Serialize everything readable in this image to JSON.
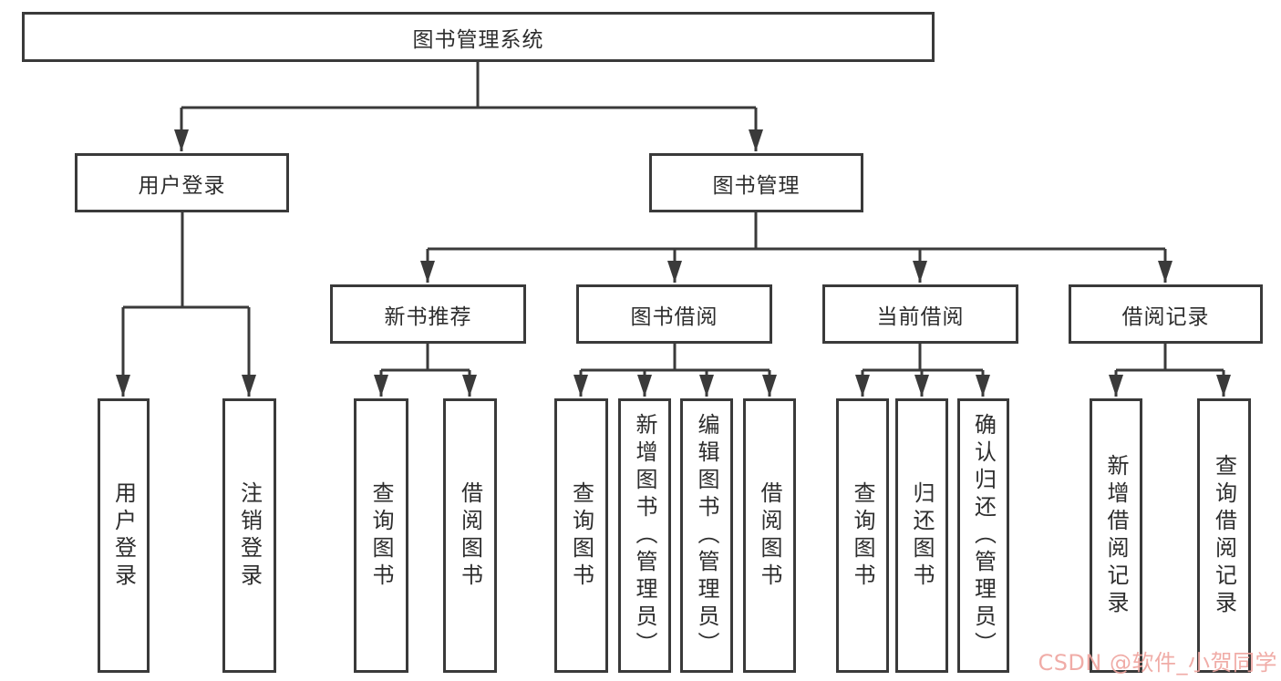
{
  "tree": {
    "root": {
      "label": "图书管理系统",
      "children": [
        {
          "label": "用户登录",
          "children": [
            "用户登录",
            "注销登录"
          ]
        },
        {
          "label": "图书管理",
          "children": [
            {
              "label": "新书推荐",
              "children": [
                "查询图书",
                "借阅图书"
              ]
            },
            {
              "label": "图书借阅",
              "children": [
                "查询图书",
                "新增图书（管理员）",
                "编辑图书（管理员）",
                "借阅图书"
              ]
            },
            {
              "label": "当前借阅",
              "children": [
                "查询图书",
                "归还图书",
                "确认归还（管理员）"
              ]
            },
            {
              "label": "借阅记录",
              "children": [
                "新增借阅记录",
                "查询借阅记录"
              ]
            }
          ]
        }
      ]
    }
  },
  "watermark": {
    "text": "CSDN @软件_小贺同学"
  },
  "colors": {
    "line": "#3a3a3a",
    "border": "#3a3a3a",
    "text": "#2d2d2d",
    "background": "#ffffff",
    "watermark": "#efa49e"
  }
}
